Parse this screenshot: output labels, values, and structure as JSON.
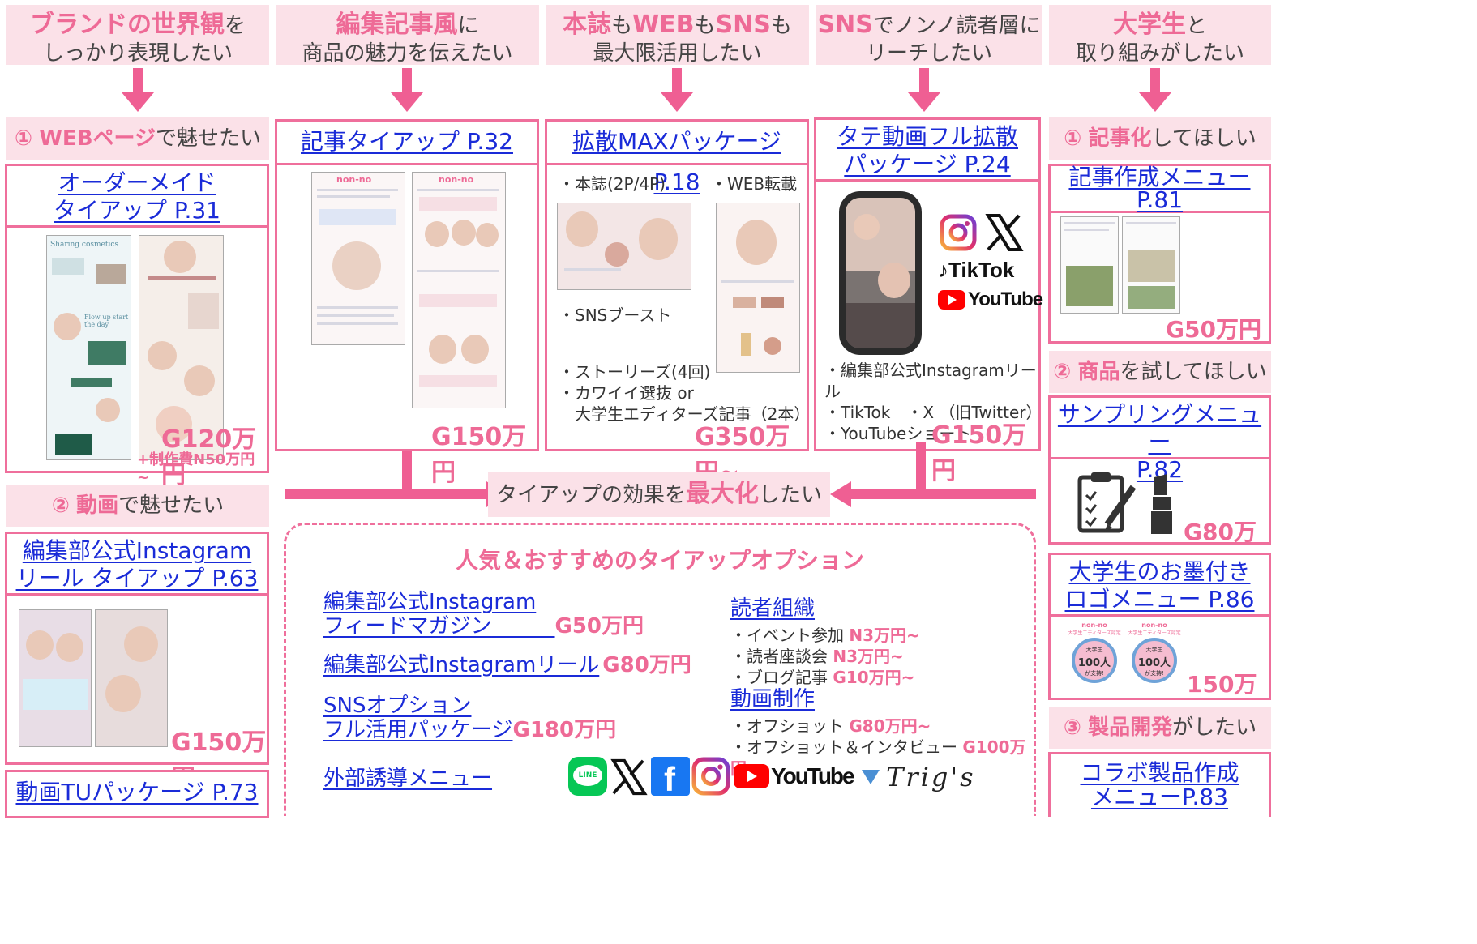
{
  "headers": [
    {
      "pink": "ブランドの世界観",
      "rest": "を",
      "line2": "しっかり表現したい"
    },
    {
      "pink": "編集記事風",
      "rest": "に",
      "line2": "商品の魅力を伝えたい"
    },
    {
      "pink1": "本誌",
      "mid1": "も",
      "pink2": "WEB",
      "mid2": "も",
      "pink3": "SNS",
      "rest": "も",
      "line2": "最大限活用したい"
    },
    {
      "pink": "SNS",
      "rest": "でノンノ読者層に",
      "line2": "リーチしたい"
    },
    {
      "pink": "大学生",
      "rest": "と",
      "line2": "取り組みがしたい"
    }
  ],
  "col1": {
    "sub1": {
      "num": "①",
      "pink": "WEBページ",
      "rest": "で魅せたい"
    },
    "box1": {
      "title1": "オーダーメイド",
      "title2": "タイアップ P.31",
      "thumb_a": "Sharing cosmetics",
      "thumb_b": "Flow up start the day",
      "price": "G120万円",
      "note": "+制作費N50万円~"
    },
    "sub2": {
      "num": "②",
      "pink": "動画",
      "rest": "で魅せたい"
    },
    "box2": {
      "title1": "編集部公式Instagram",
      "title2": "リール タイアップ P.63",
      "price": "G150万円"
    },
    "box3": {
      "title": "動画TUパッケージ P.73"
    }
  },
  "col2": {
    "title": "記事タイアップ P.32",
    "logo": "non-no",
    "price": "G150万円"
  },
  "col3": {
    "title": "拡散MAXパッケージ P.18",
    "label_print": "・本誌(2P/4P)",
    "label_web": "・WEB転載",
    "label_sns": "・SNSブースト",
    "list": [
      "・ストーリーズ(4回)",
      "・カワイイ選抜 or",
      "　大学生エディターズ記事（2本）"
    ],
    "price": "G350万円~"
  },
  "col4": {
    "title1": "タテ動画フル拡散",
    "title2": "パッケージ P.24",
    "tiktok": "TikTok",
    "youtube": "YouTube",
    "list": [
      "・編集部公式Instagramリール",
      "・TikTok　・X （旧Twitter）",
      "・YouTubeショート"
    ],
    "price": "G150万円"
  },
  "col5": {
    "sub1": {
      "num": "①",
      "pink": "記事化",
      "rest": "してほしい"
    },
    "box1": {
      "title1": "記事作成メニュー",
      "title2": "P.81",
      "price": "G50万円~"
    },
    "sub2": {
      "num": "②",
      "pink": "商品",
      "rest": "を試してほしい"
    },
    "box2": {
      "title1": "サンプリングメニュー",
      "title2": "P.82",
      "price": "G80万円"
    },
    "box3": {
      "title1": "大学生のお墨付き",
      "title2": "ロゴメニュー P.86",
      "badge_logo": "non-no",
      "badge_top": "大学生エディターズ認定",
      "badge_mid1": "大学生",
      "badge_num": "100人",
      "badge_mid2": "が支持!",
      "price": "150万円"
    },
    "sub3": {
      "num": "③",
      "pink": "製品開発",
      "rest": "がしたい"
    },
    "box4": {
      "title1": "コラボ製品作成",
      "title2": "メニューP.83"
    }
  },
  "center": {
    "pre": "タイアップの効果を",
    "pink": "最大化",
    "post": "したい"
  },
  "options": {
    "heading": "人気＆おすすめのタイアップオプション",
    "o1_line1": "編集部公式Instagram",
    "o1_line2": "フィードマガジン",
    "o1_price": "G50万円",
    "o2_line": "編集部公式Instagramリール",
    "o2_price": "G80万円",
    "o3_line1": "SNSオプション",
    "o3_line2": "フル活用パッケージ",
    "o3_price": "G180万円",
    "o4_line": "外部誘導メニュー",
    "r1_title": "読者組織",
    "r1_items": [
      {
        "label": "・イベント参加 ",
        "price": "N3万円~"
      },
      {
        "label": "・読者座談会 ",
        "price": "N3万円~"
      },
      {
        "label": "・ブログ記事 ",
        "price": "G10万円~"
      }
    ],
    "r2_title": "動画制作",
    "r2_items": [
      {
        "label": "・オフショット ",
        "price": "G80万円~"
      },
      {
        "label": "・オフショット＆インタビュー ",
        "price": "G100万円~"
      }
    ],
    "line_logo": "LINE",
    "youtube_logo": "YouTube",
    "trigs_logo": "Trig's"
  },
  "colors": {
    "pink": "#ee6a96",
    "pink_bg": "#fbe1e8",
    "border": "#ef6f9c",
    "link": "#1a2bd8"
  }
}
